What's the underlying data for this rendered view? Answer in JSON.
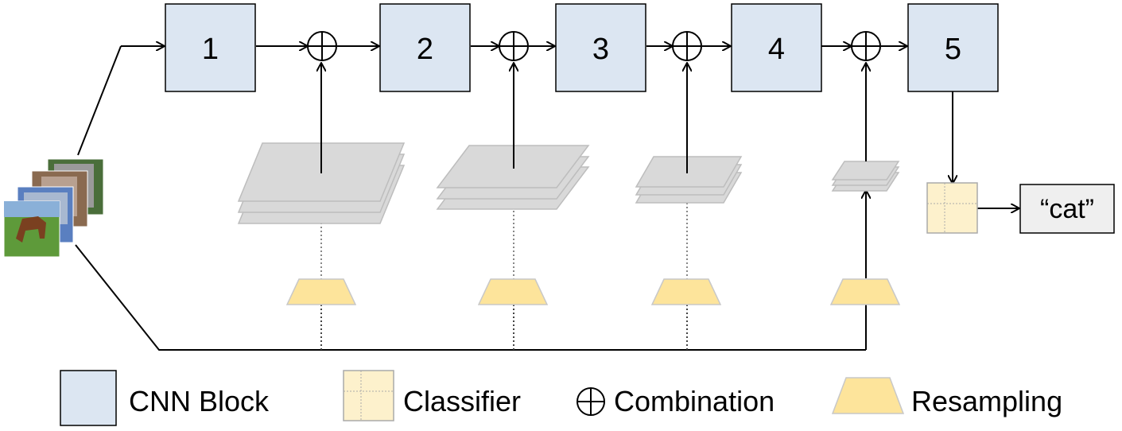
{
  "blocks": [
    {
      "label": "1"
    },
    {
      "label": "2"
    },
    {
      "label": "3"
    },
    {
      "label": "4"
    },
    {
      "label": "5"
    }
  ],
  "output": {
    "label": "“cat”"
  },
  "legend": {
    "cnn_block": "CNN Block",
    "classifier": "Classifier",
    "combination_symbol": "⊕",
    "combination": "Combination",
    "resampling": "Resampling"
  },
  "colors": {
    "cnn_block_fill": "#dce6f2",
    "classifier_fill": "#fdf1cc",
    "resampling_fill": "#fde49b",
    "feature_map_fill": "#d9d9d9",
    "output_fill": "#efefef"
  },
  "icons": [
    "plus-circle-icon",
    "input-image-stack-icon",
    "feature-map-stack-icon",
    "trapezoid-icon"
  ]
}
